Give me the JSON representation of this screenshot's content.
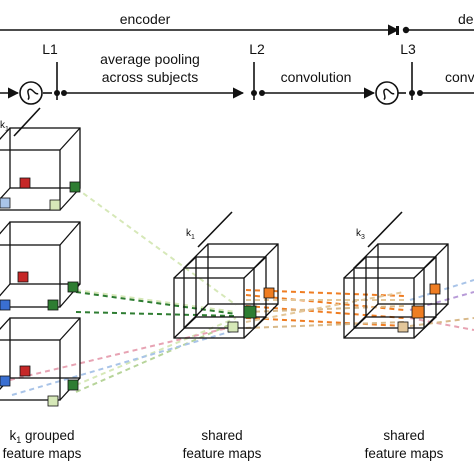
{
  "top_bar": {
    "encoder_label": "encoder",
    "decoder_label_fragment": "de"
  },
  "layers": {
    "l1": "L1",
    "l2": "L2",
    "l3": "L3"
  },
  "operations": {
    "avg_pool_line1": "average pooling",
    "avg_pool_line2": "across subjects",
    "convolution": "convolution",
    "right_fragment": "conv"
  },
  "kernel_labels": {
    "grouped_k": "k",
    "grouped_sub": "1",
    "shared1_k": "k",
    "shared1_sub": "1",
    "shared2_k": "k",
    "shared2_sub": "3"
  },
  "captions": {
    "grouped_line1_k": "k",
    "grouped_line1_sub": "1",
    "grouped_line1_rest": " grouped",
    "grouped_line2": "feature maps",
    "shared1_line1": "shared",
    "shared1_line2": "feature maps",
    "shared2_line1": "shared",
    "shared2_line2": "feature maps"
  },
  "colors": {
    "green": "#2e7d32",
    "red": "#c62828",
    "blue": "#3a6fd1",
    "pale_blue": "#a9c4e8",
    "pink": "#e7a3b3",
    "pale_green": "#d6e8b8",
    "orange": "#ef7d22",
    "tan": "#e3c79a",
    "dashed_tan": "#d8b98a",
    "dashed_purple": "#b89bd8"
  }
}
